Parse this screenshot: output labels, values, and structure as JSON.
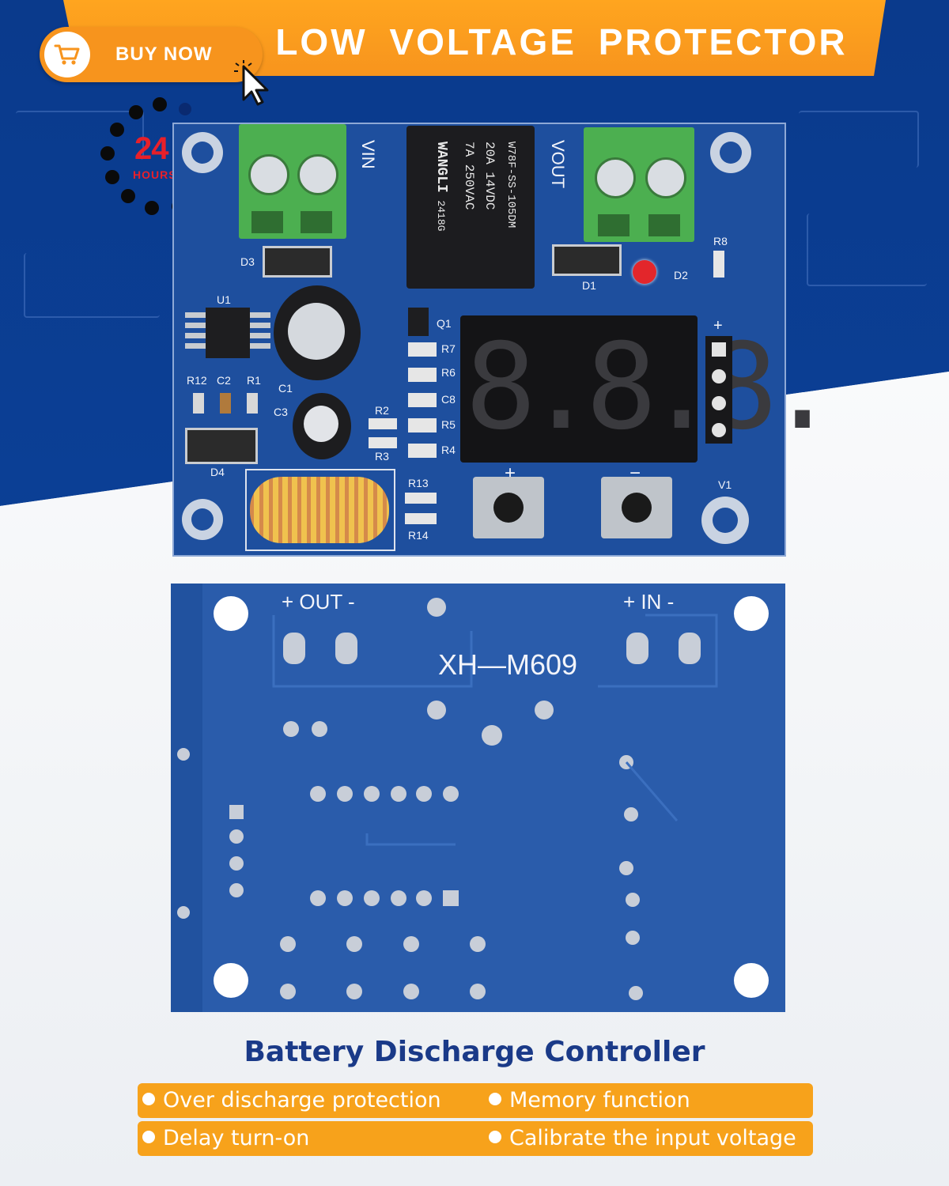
{
  "header": {
    "title": "LOW VOLTAGE PROTECTOR",
    "buy_label": "BUY NOW"
  },
  "badge": {
    "number": "24",
    "unit": "HOURS"
  },
  "board_top": {
    "vin_label": "VIN",
    "vout_label": "VOUT",
    "relay_brand": "WANGLI",
    "relay_code": "2418G",
    "relay_line1": "7A 250VAC",
    "relay_line2": "20A 14VDC",
    "relay_model": "W78F-SS-105DM",
    "display_text": "8.8.8.",
    "labels": {
      "d3": "D3",
      "d1": "D1",
      "d2": "D2",
      "r8": "R8",
      "u1": "U1",
      "q1": "Q1",
      "r7": "R7",
      "r6": "R6",
      "c8": "C8",
      "r5": "R5",
      "r4": "R4",
      "r12": "R12",
      "c2": "C2",
      "r1": "R1",
      "c1": "C1",
      "c3": "C3",
      "r2": "R2",
      "r3": "R3",
      "d4": "D4",
      "r13": "R13",
      "r14": "R14",
      "v1": "V1",
      "plus": "+",
      "minus": "−"
    }
  },
  "board_bottom": {
    "model": "XH—M609",
    "out_label": "+ OUT -",
    "in_label": "+ IN -"
  },
  "headline": "Battery Discharge Controller",
  "features": {
    "f1": "Over discharge protection",
    "f2": "Memory function",
    "f3": "Delay turn-on",
    "f4": "Calibrate the input voltage"
  },
  "colors": {
    "accent": "#f7941d",
    "navy": "#0b3f95",
    "headline": "#1a3a88",
    "badge_red": "#e8202a"
  }
}
